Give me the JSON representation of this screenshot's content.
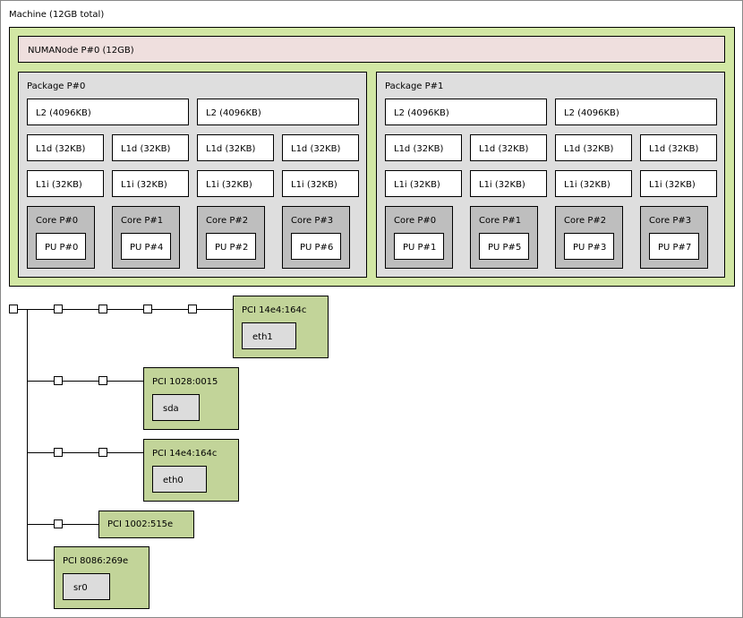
{
  "machine": {
    "title": "Machine (12GB total)"
  },
  "numa": {
    "title": "NUMANode P#0 (12GB)"
  },
  "packages": [
    {
      "title": "Package P#0",
      "l2": [
        "L2 (4096KB)",
        "L2 (4096KB)"
      ],
      "l1d": [
        "L1d (32KB)",
        "L1d (32KB)",
        "L1d (32KB)",
        "L1d (32KB)"
      ],
      "l1i": [
        "L1i (32KB)",
        "L1i (32KB)",
        "L1i (32KB)",
        "L1i (32KB)"
      ],
      "cores": [
        {
          "title": "Core P#0",
          "pu": "PU P#0"
        },
        {
          "title": "Core P#1",
          "pu": "PU P#4"
        },
        {
          "title": "Core P#2",
          "pu": "PU P#2"
        },
        {
          "title": "Core P#3",
          "pu": "PU P#6"
        }
      ]
    },
    {
      "title": "Package P#1",
      "l2": [
        "L2 (4096KB)",
        "L2 (4096KB)"
      ],
      "l1d": [
        "L1d (32KB)",
        "L1d (32KB)",
        "L1d (32KB)",
        "L1d (32KB)"
      ],
      "l1i": [
        "L1i (32KB)",
        "L1i (32KB)",
        "L1i (32KB)",
        "L1i (32KB)"
      ],
      "cores": [
        {
          "title": "Core P#0",
          "pu": "PU P#1"
        },
        {
          "title": "Core P#1",
          "pu": "PU P#5"
        },
        {
          "title": "Core P#2",
          "pu": "PU P#3"
        },
        {
          "title": "Core P#3",
          "pu": "PU P#7"
        }
      ]
    }
  ],
  "pci": [
    {
      "title": "PCI 14e4:164c",
      "device": "eth1"
    },
    {
      "title": "PCI 1028:0015",
      "device": "sda"
    },
    {
      "title": "PCI 14e4:164c",
      "device": "eth0"
    },
    {
      "title": "PCI 1002:515e",
      "device": ""
    },
    {
      "title": "PCI 8086:269e",
      "device": "sr0"
    }
  ],
  "colors": {
    "machine_bg": "#ffffff",
    "numa_outer": "#d2e7a4",
    "numa_node": "#efdfde",
    "package": "#dedede",
    "cache": "#ffffff",
    "core": "#bebebe",
    "pci": "#c2d499",
    "device": "#dcdcdc"
  }
}
